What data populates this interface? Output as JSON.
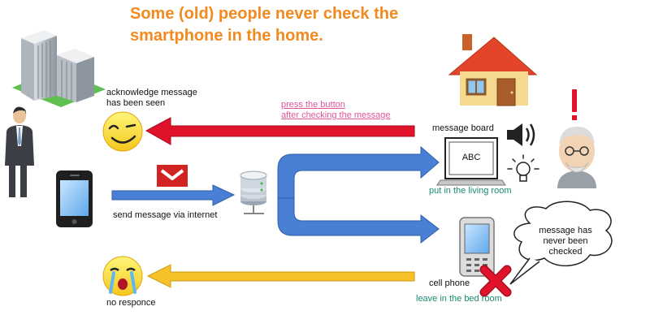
{
  "title_lines": [
    "Some (old) people never check the",
    "smartphone in the home."
  ],
  "labels": {
    "acknowledge": [
      "acknowledge message",
      "has been seen"
    ],
    "press_button": [
      "press the button",
      "after checking the message"
    ],
    "message_board": "message board",
    "board_text": "ABC",
    "living_room": "put in the living room",
    "send_message": "send message via internet",
    "cell_phone": "cell phone",
    "bed_room": "leave in the bed room",
    "no_response": "no responce",
    "bubble": [
      "message has",
      "never been",
      "checked"
    ]
  },
  "colors": {
    "title": "#f38a20",
    "pink_text": "#e0559a",
    "teal_text": "#1a8a72",
    "red_arrow": "#e0132b",
    "blue_arrow": "#4a7fd6",
    "yellow_arrow": "#f6c12b"
  },
  "icons": [
    "office-building-icon",
    "businessman-icon",
    "smartphone-icon",
    "gmail-icon",
    "server-icon",
    "happy-face-icon",
    "crying-face-icon",
    "house-icon",
    "speaker-icon",
    "lightbulb-icon",
    "elderly-man-icon",
    "exclamation-icon",
    "laptop-board-icon",
    "feature-phone-icon",
    "red-x-icon"
  ]
}
